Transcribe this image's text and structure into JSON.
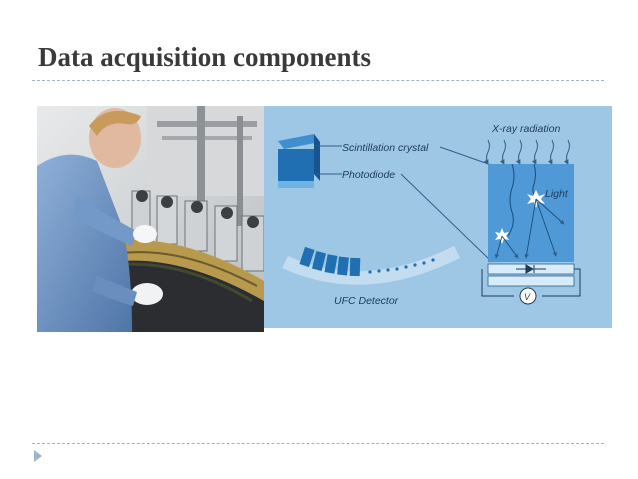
{
  "slide": {
    "title": "Data acquisition components"
  },
  "diagram": {
    "labels": {
      "scintillation_crystal": "Scintillation crystal",
      "photodiode": "Photodiode",
      "xray_radiation": "X-ray radiation",
      "light": "Light",
      "ufc_detector": "UFC Detector",
      "voltmeter": "V"
    }
  },
  "colors": {
    "title": "#3a3a3a",
    "rule": "#9fb4c8",
    "diagram_bg": "#9dc7e5",
    "detector_blue": "#1f6fb2",
    "line_color": "#2f5f8a"
  }
}
